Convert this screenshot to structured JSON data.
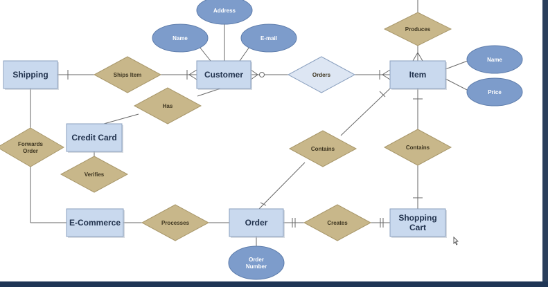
{
  "diagram": {
    "colors": {
      "entity_fill": "#c9d9ee",
      "entity_stroke": "#8aa0bf",
      "relationship_fill": "#c8b78a",
      "relationship_stroke": "#a8976a",
      "attribute_fill": "#7d9ccb",
      "attribute_stroke": "#5d7cab",
      "weak_relationship_fill": "#dde6f3",
      "line": "#666666",
      "background": "#ffffff"
    },
    "entities": [
      {
        "id": "shipping",
        "label": "Shipping"
      },
      {
        "id": "customer",
        "label": "Customer"
      },
      {
        "id": "item",
        "label": "Item"
      },
      {
        "id": "credit_card",
        "label": "Credit Card"
      },
      {
        "id": "ecommerce",
        "label": "E-Commerce"
      },
      {
        "id": "order",
        "label": "Order"
      },
      {
        "id": "shopping_cart",
        "label": [
          "Shopping",
          "Cart"
        ]
      }
    ],
    "relationships": [
      {
        "id": "ships_item",
        "label": [
          "Ships Item"
        ]
      },
      {
        "id": "orders",
        "label": [
          "Orders"
        ]
      },
      {
        "id": "produces",
        "label": [
          "Produces"
        ]
      },
      {
        "id": "has",
        "label": [
          "Has"
        ]
      },
      {
        "id": "forwards_order",
        "label": [
          "Forwards",
          "Order"
        ]
      },
      {
        "id": "verifies",
        "label": [
          "Verifies"
        ]
      },
      {
        "id": "contains_order",
        "label": [
          "Contains"
        ]
      },
      {
        "id": "contains_cart",
        "label": [
          "Contains"
        ]
      },
      {
        "id": "processes",
        "label": [
          "Processes"
        ]
      },
      {
        "id": "creates",
        "label": [
          "Creates"
        ]
      }
    ],
    "attributes": [
      {
        "id": "address",
        "label": [
          "Address"
        ]
      },
      {
        "id": "cust_name",
        "label": [
          "Name"
        ]
      },
      {
        "id": "email",
        "label": [
          "E-mail"
        ]
      },
      {
        "id": "item_name",
        "label": [
          "Name"
        ]
      },
      {
        "id": "price",
        "label": [
          "Price"
        ]
      },
      {
        "id": "order_number",
        "label": [
          "Order",
          "Number"
        ]
      }
    ]
  }
}
